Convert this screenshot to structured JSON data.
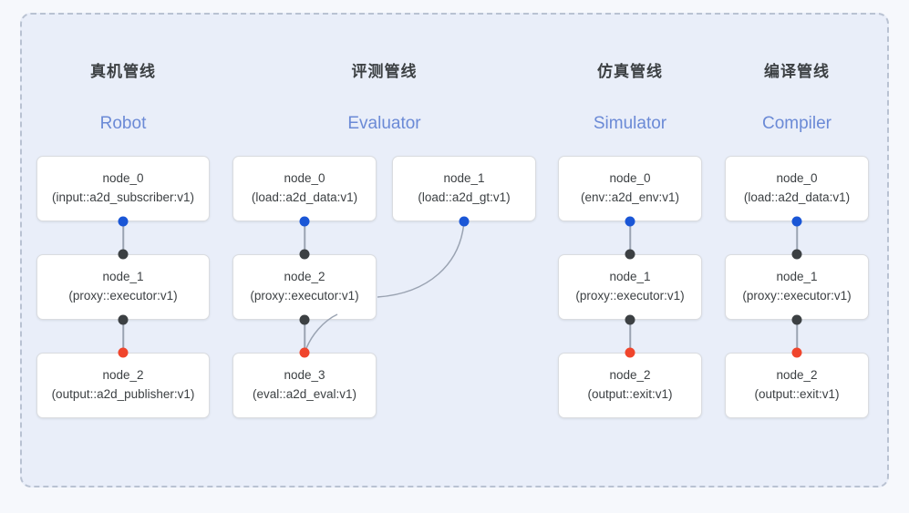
{
  "panel": {
    "background_color": "#e9eef9",
    "border_color": "#b9c2d2",
    "page_background": "#f6f8fc"
  },
  "colors": {
    "port_blue": "#1a56d6",
    "port_black": "#3c4043",
    "port_red": "#f0452c",
    "edge": "#9aa3b2",
    "title": "#3c4043",
    "subtitle": "#6b8ad6"
  },
  "columns": [
    {
      "title": "真机管线",
      "subtitle": "Robot",
      "nodes": [
        {
          "name": "node_0",
          "type": "(input::a2d_subscriber:v1)"
        },
        {
          "name": "node_1",
          "type": "(proxy::executor:v1)"
        },
        {
          "name": "node_2",
          "type": "(output::a2d_publisher:v1)"
        }
      ]
    },
    {
      "title": "评测管线",
      "subtitle": "Evaluator",
      "nodes": [
        {
          "name": "node_0",
          "type": "(load::a2d_data:v1)"
        },
        {
          "name": "node_1",
          "type": "(load::a2d_gt:v1)"
        },
        {
          "name": "node_2",
          "type": "(proxy::executor:v1)"
        },
        {
          "name": "node_3",
          "type": "(eval::a2d_eval:v1)"
        }
      ]
    },
    {
      "title": "仿真管线",
      "subtitle": "Simulator",
      "nodes": [
        {
          "name": "node_0",
          "type": "(env::a2d_env:v1)"
        },
        {
          "name": "node_1",
          "type": "(proxy::executor:v1)"
        },
        {
          "name": "node_2",
          "type": "(output::exit:v1)"
        }
      ]
    },
    {
      "title": "编译管线",
      "subtitle": "Compiler",
      "nodes": [
        {
          "name": "node_0",
          "type": "(load::a2d_data:v1)"
        },
        {
          "name": "node_1",
          "type": "(proxy::executor:v1)"
        },
        {
          "name": "node_2",
          "type": "(output::exit:v1)"
        }
      ]
    }
  ]
}
